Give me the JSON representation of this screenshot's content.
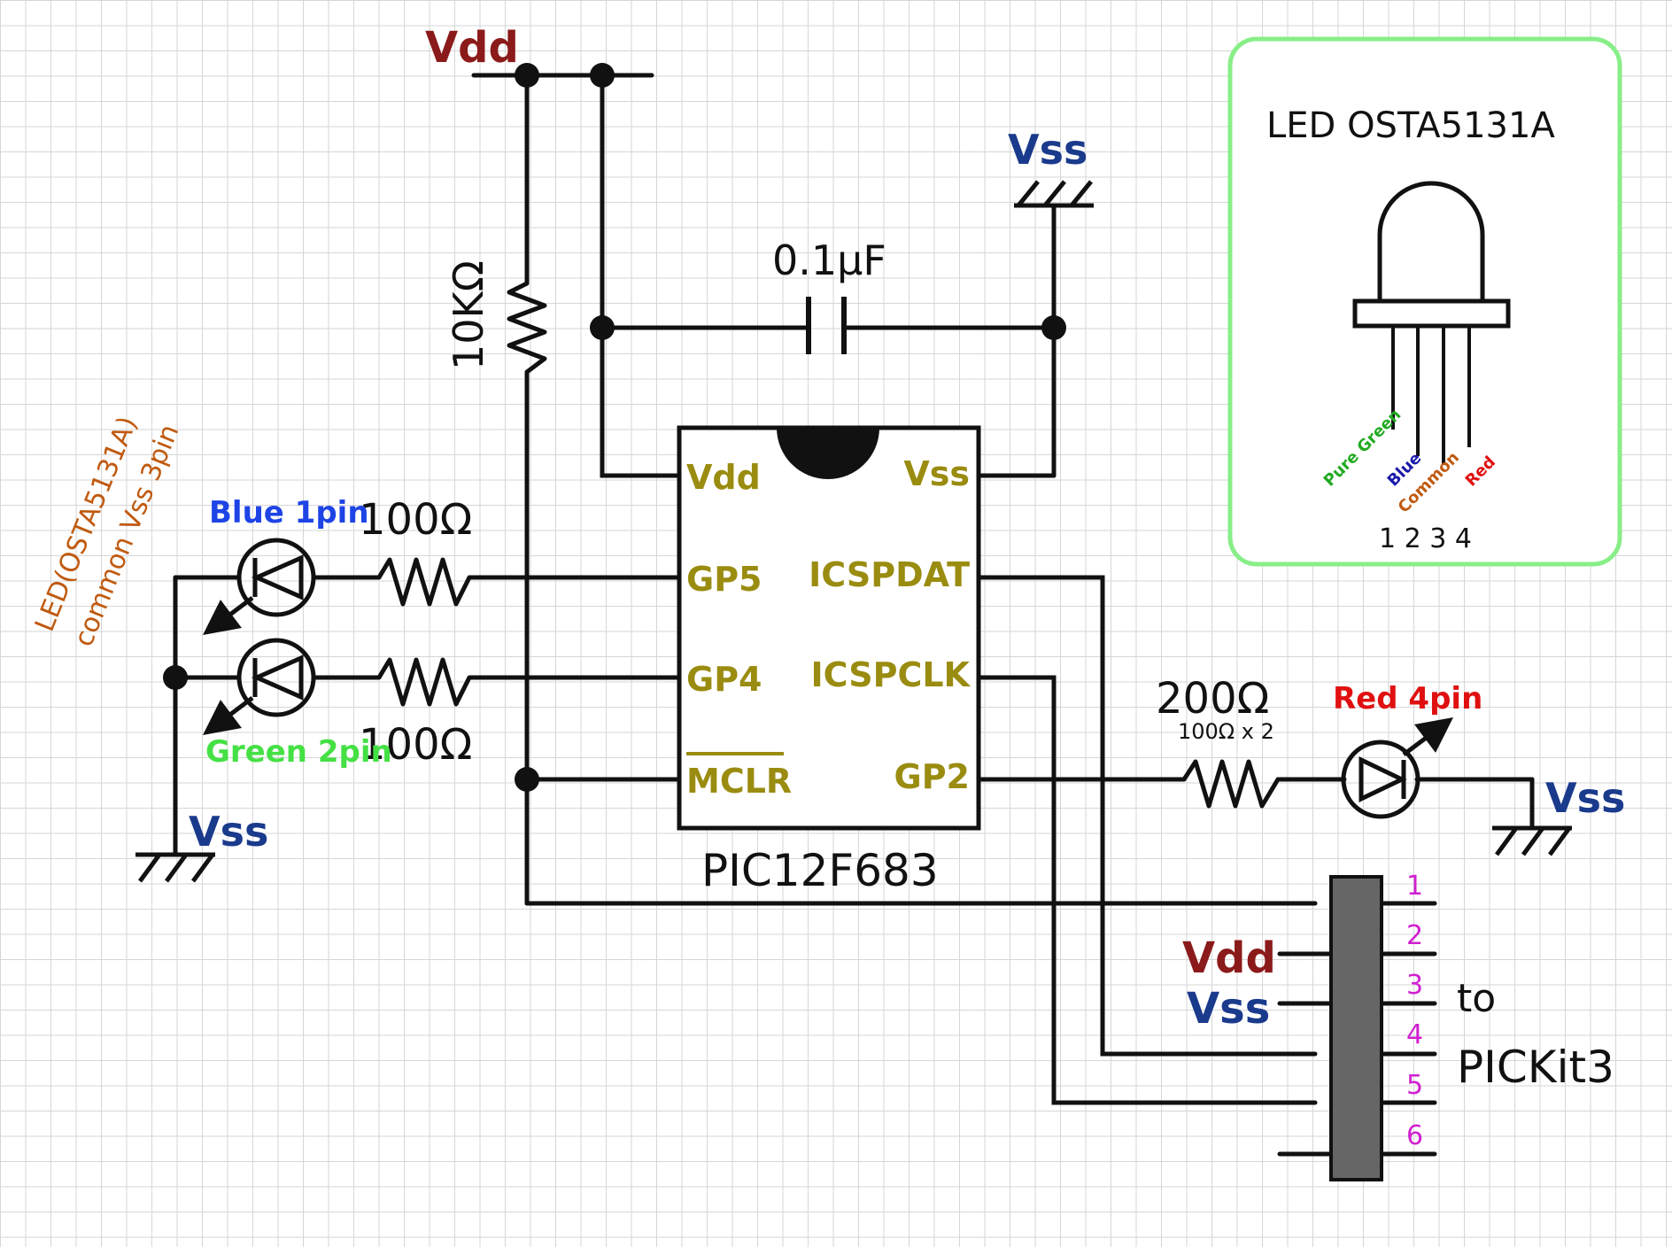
{
  "power": {
    "vdd_top": "Vdd",
    "vss_top": "Vss",
    "vss_left": "Vss",
    "vss_right": "Vss",
    "vdd_connector": "Vdd",
    "vss_connector": "Vss"
  },
  "components": {
    "r_pullup": "10KΩ",
    "capacitor": "0.1μF",
    "r_blue": "100Ω",
    "r_green": "100Ω",
    "r_red": "200Ω",
    "r_red_note": "100Ω x 2",
    "led_blue": "Blue 1pin",
    "led_green": "Green 2pin",
    "led_red": "Red 4pin",
    "led_note_line1": "LED(OSTA5131A)",
    "led_note_line2": "common Vss 3pin"
  },
  "chip": {
    "name": "PIC12F683",
    "pins_left": [
      "Vdd",
      "GP5",
      "GP4",
      "MCLR"
    ],
    "pins_right": [
      "Vss",
      "ICSPDAT",
      "ICSPCLK",
      "GP2"
    ]
  },
  "connector": {
    "pins": [
      "1",
      "2",
      "3",
      "4",
      "5",
      "6"
    ],
    "label_line1": "to",
    "label_line2": "PICKit3"
  },
  "inset": {
    "title": "LED OSTA5131A",
    "leg_labels": [
      "Pure Green",
      "Blue",
      "Common",
      "Red"
    ],
    "leg_numbers": "1 2 3 4"
  },
  "colors": {
    "vdd": "#8b1a1a",
    "vss": "#1a3a8c",
    "chip_text": "#9a8c10",
    "blue_led": "#1e44e6",
    "green_led": "#44e044",
    "red_led": "#e01010",
    "note_orange": "#c05a10",
    "pin_number": "#d020d0",
    "inset_border": "#88ee88",
    "connector_body": "#666666"
  }
}
